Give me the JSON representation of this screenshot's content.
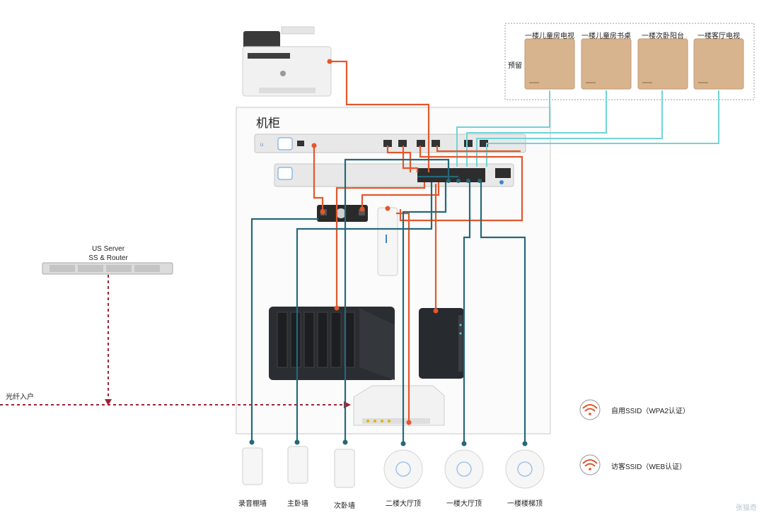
{
  "cabinet": {
    "title": "机柜"
  },
  "reserved": {
    "label": "预留",
    "panels": [
      {
        "name": "一楼儿童房电视"
      },
      {
        "name": "一楼儿童房书桌"
      },
      {
        "name": "一楼次卧阳台"
      },
      {
        "name": "一楼客厅电视"
      }
    ]
  },
  "server": {
    "line1": "US Server",
    "line2": "SS & Router"
  },
  "fiber": {
    "label": "光纤入户"
  },
  "access_points": [
    {
      "name": "录音棚墙"
    },
    {
      "name": "主卧墙"
    },
    {
      "name": "次卧墙"
    },
    {
      "name": "二楼大厅顶"
    },
    {
      "name": "一楼大厅顶"
    },
    {
      "name": "一楼楼梯顶"
    }
  ],
  "legend": [
    {
      "label": "自用SSID（WPA2认证）",
      "color": "#e0532a"
    },
    {
      "label": "访客SSID（WEB认证）",
      "color": "#e0532a"
    }
  ],
  "colors": {
    "orange_cable": "#e3572b",
    "teal_cable": "#24697a",
    "cyan_cable": "#6fd3d6",
    "fiber": "#9b2335",
    "panel_gold": "#d9b892"
  },
  "watermark": "张猫奇"
}
